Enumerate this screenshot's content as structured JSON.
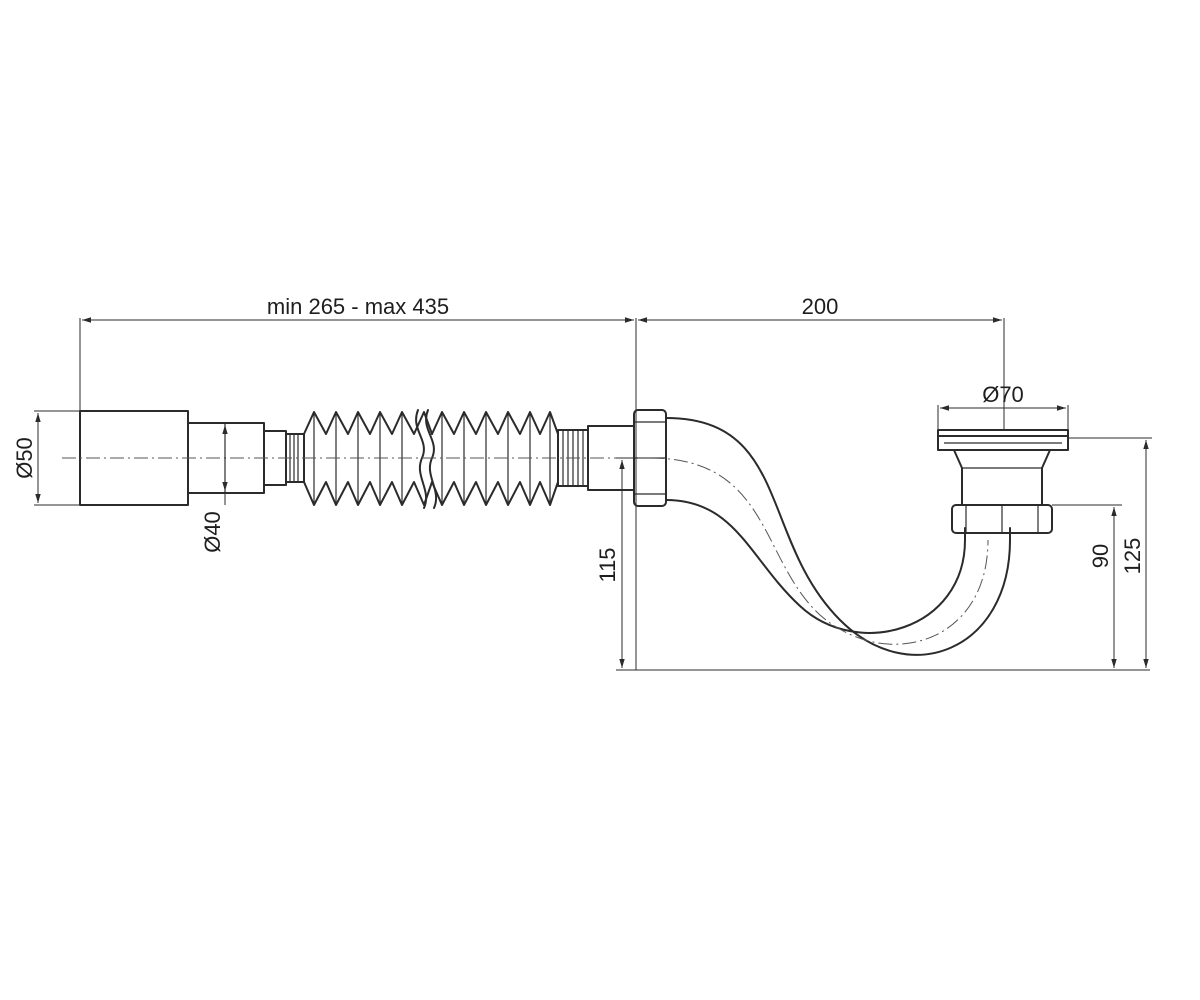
{
  "dimensions": {
    "length_range": "min 265 - max 435",
    "horizontal_offset": "200",
    "outlet_diameter": "Ø70",
    "inlet_diameter": "Ø50",
    "pipe_diameter": "Ø40",
    "height_115": "115",
    "height_90": "90",
    "height_125": "125"
  }
}
